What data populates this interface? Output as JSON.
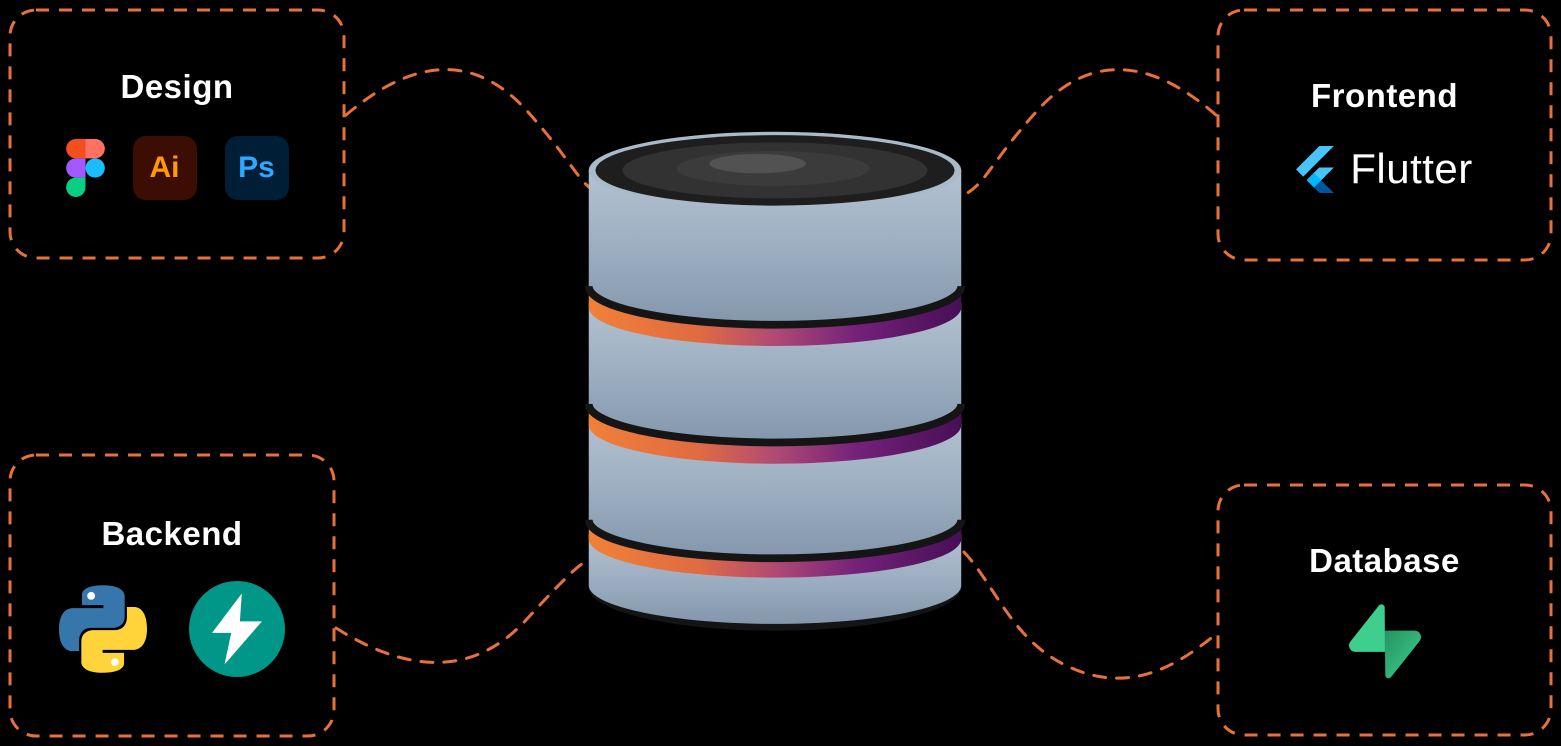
{
  "canvas": {
    "background": "#000000",
    "accent_color": "#E8703A"
  },
  "center": {
    "name": "database-cylinder",
    "body_color": "#98AABD",
    "band_gradient": [
      "#F08138",
      "#B04A74",
      "#470F55"
    ]
  },
  "nodes": {
    "design": {
      "label": "Design",
      "icons": [
        {
          "name": "figma-icon"
        },
        {
          "name": "illustrator-icon",
          "glyph": "Ai",
          "bg": "#3C0D02",
          "fg": "#FF9A00"
        },
        {
          "name": "photoshop-icon",
          "glyph": "Ps",
          "bg": "#001E36",
          "fg": "#31A8FF"
        }
      ]
    },
    "frontend": {
      "label": "Frontend",
      "brand_text": "Flutter",
      "icons": [
        {
          "name": "flutter-icon",
          "color": "#47C5FB"
        }
      ]
    },
    "backend": {
      "label": "Backend",
      "icons": [
        {
          "name": "python-icon",
          "colors": [
            "#3776AB",
            "#FFD43B"
          ]
        },
        {
          "name": "fastapi-icon",
          "color": "#009688"
        }
      ]
    },
    "database": {
      "label": "Database",
      "icons": [
        {
          "name": "supabase-icon",
          "color": "#3ECF8E"
        }
      ]
    }
  }
}
